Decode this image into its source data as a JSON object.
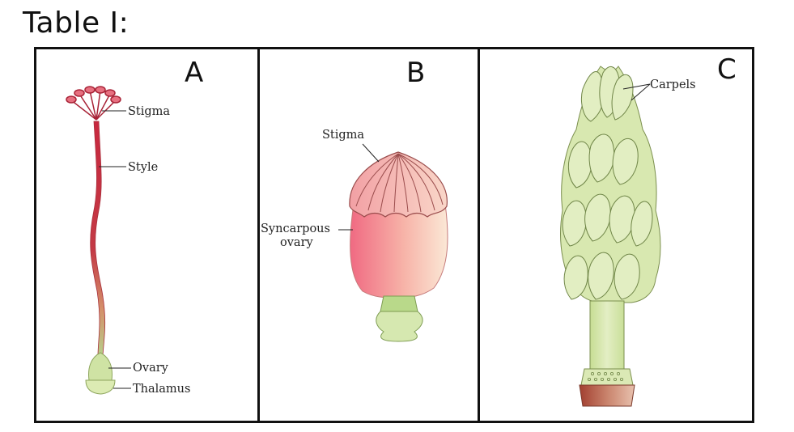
{
  "title": "Table I:",
  "panels": [
    {
      "letter": "A",
      "labels": [
        "Stigma",
        "Style",
        "Ovary",
        "Thalamus"
      ]
    },
    {
      "letter": "B",
      "labels": [
        "Stigma",
        "Syncarpous",
        "ovary"
      ]
    },
    {
      "letter": "C",
      "labels": [
        "Carpels"
      ]
    }
  ],
  "colors": {
    "stigma_red": "#d94a5e",
    "style_red": "#c8283f",
    "ovary_green": "#cfe3a4",
    "ovary_pink": "#f28a98",
    "ovary_peach": "#fbe3cf",
    "carpel_green": "#dbe9b5",
    "thalamus_brown": "#b04f3d"
  }
}
